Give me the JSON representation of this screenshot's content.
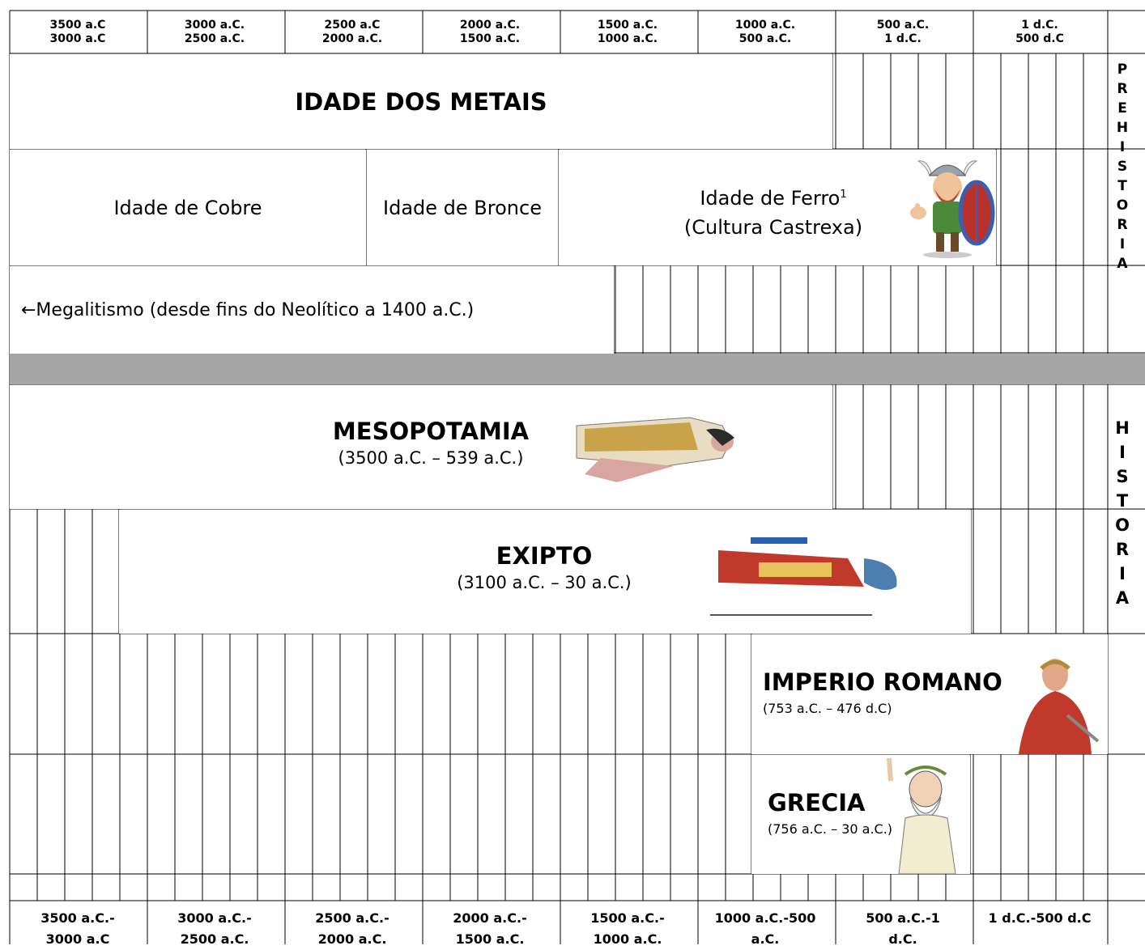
{
  "header": {
    "periods": [
      "3500 a.C\n3000 a.C",
      "3000 a.C.\n2500 a.C.",
      "2500 a.C\n2000 a.C.",
      "2000 a.C.\n1500 a.C.",
      "1500 a.C.\n1000 a.C.",
      "1000 a.C.\n500 a.C.",
      "500 a.C.\n1 d.C.",
      "1 d.C.\n500 d.C"
    ]
  },
  "footer": {
    "periods": [
      "3500 a.C.-\n3000 a.C",
      "3000 a.C.-\n2500 a.C.",
      "2500 a.C.-\n2000 a.C.",
      "2000 a.C.-\n1500 a.C.",
      "1500 a.C.-\n1000 a.C.",
      "1000 a.C.-500\na.C.",
      "500 a.C.-1\nd.C.",
      "1 d.C.-500 d.C"
    ]
  },
  "prehistoria": {
    "side_label": "PREHISTORIA",
    "metals": {
      "title": "IDADE DOS METAIS"
    },
    "copper": {
      "label": "Idade de Cobre"
    },
    "bronze": {
      "label": "Idade de Bronce"
    },
    "iron": {
      "label": "Idade de Ferro",
      "footnote": "1",
      "sublabel": "(Cultura Castrexa)"
    },
    "megalithism": {
      "label": "←Megalitismo (desde fins do Neolítico a 1400 a.C.)"
    }
  },
  "historia": {
    "side_label": "HISTORIA",
    "mesopotamia": {
      "title": "MESOPOTAMIA",
      "dates": "(3500 a.C. – 539 a.C.)"
    },
    "egypt": {
      "title": "EXIPTO",
      "dates": "(3100 a.C. – 30 a.C.)"
    },
    "rome": {
      "title": "IMPERIO ROMANO",
      "dates": "(753 a.C. – 476 d.C)"
    },
    "greece": {
      "title": "GRECIA",
      "dates": "(756 a.C. – 30 a.C.)"
    }
  },
  "colors": {
    "separator": "#a6a6a6",
    "grid": "#000000",
    "background": "#ffffff"
  },
  "icons": [
    "viking-warrior-illustration",
    "mesopotamian-figure-illustration",
    "egyptian-figure-illustration",
    "roman-emperor-illustration",
    "greek-philosopher-illustration"
  ]
}
